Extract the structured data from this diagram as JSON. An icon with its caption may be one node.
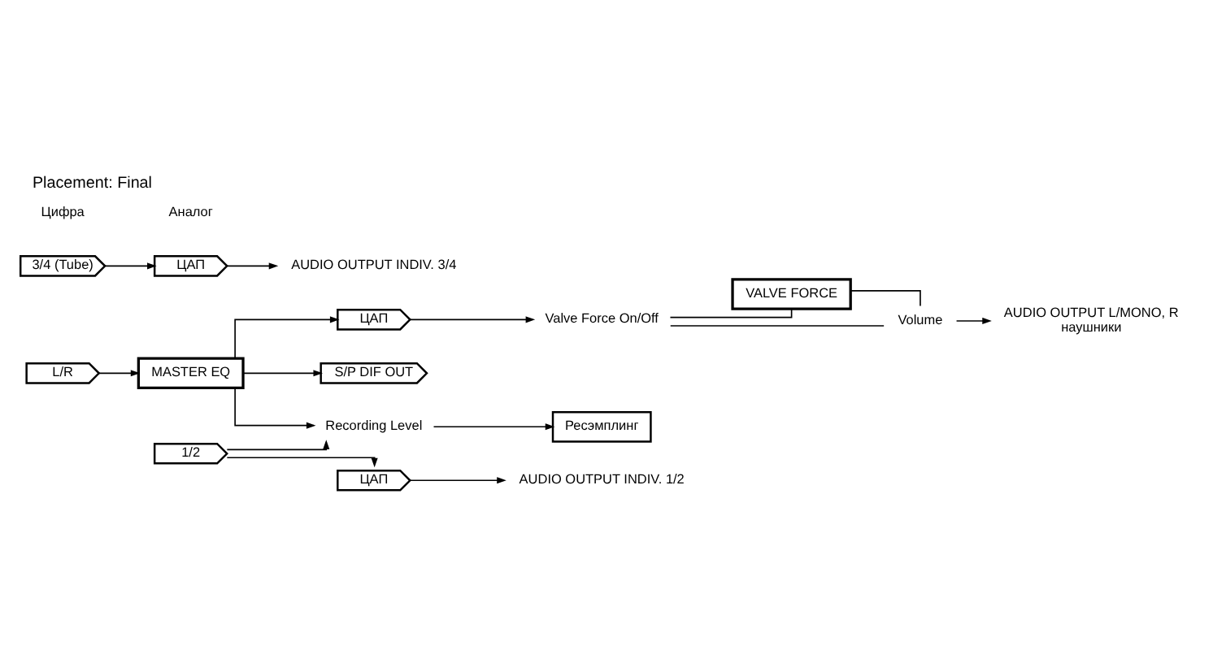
{
  "diagram": {
    "title": "Placement: Final",
    "nodes": [
      {
        "text": [
          "L/R"
        ]
      },
      {
        "text": [
          "MASTER EQ"
        ]
      },
      {
        "text": [
          "ЦАП"
        ]
      },
      {
        "text": [
          "Valve Force On/Off"
        ]
      },
      {
        "text": [
          "VALVE FORCE"
        ]
      },
      {
        "text": [
          "Volume"
        ]
      },
      {
        "text": [
          "AUDIO OUTPUT L/MONO, R",
          "наушники"
        ]
      },
      {
        "text": [
          "S/P DIF OUT"
        ]
      },
      {
        "text": [
          "Recording Level"
        ]
      },
      {
        "text": [
          "Ресэмплинг"
        ]
      },
      {
        "text": [
          "1/2"
        ]
      },
      {
        "text": [
          "ЦАП"
        ]
      },
      {
        "text": [
          "AUDIO OUTPUT INDIV. 1/2"
        ]
      },
      {
        "text": [
          "3/4 (Tube)"
        ]
      },
      {
        "text": [
          "ЦАП"
        ]
      },
      {
        "text": [
          "AUDIO OUTPUT INDIV. 3/4"
        ]
      }
    ],
    "edges": [
      {
        "from": 0,
        "to": 1,
        "arrow": "to"
      },
      {
        "from": 1,
        "to": 2,
        "arrow": "to"
      },
      {
        "from": 1,
        "to": 7,
        "arrow": "to"
      },
      {
        "from": 1,
        "to": 8,
        "arrow": "to"
      },
      {
        "from": 2,
        "to": 3,
        "arrow": "to"
      },
      {
        "from": 3,
        "to": 4,
        "arrow": "none"
      },
      {
        "from": 3,
        "to": 5,
        "arrow": "none"
      },
      {
        "from": 4,
        "to": 5,
        "arrow": "none"
      },
      {
        "from": 5,
        "to": 6,
        "arrow": "to"
      },
      {
        "from": 8,
        "to": 9,
        "arrow": "to"
      },
      {
        "from": 10,
        "to": 11,
        "arrow": "to"
      },
      {
        "from": 10,
        "to": 8,
        "arrow": "to"
      },
      {
        "from": 11,
        "to": 12,
        "arrow": "to"
      },
      {
        "from": 13,
        "to": 14,
        "arrow": "to"
      },
      {
        "from": 14,
        "to": 15,
        "arrow": "to"
      }
    ],
    "labels": [
      "Цифра",
      "Аналог"
    ]
  }
}
